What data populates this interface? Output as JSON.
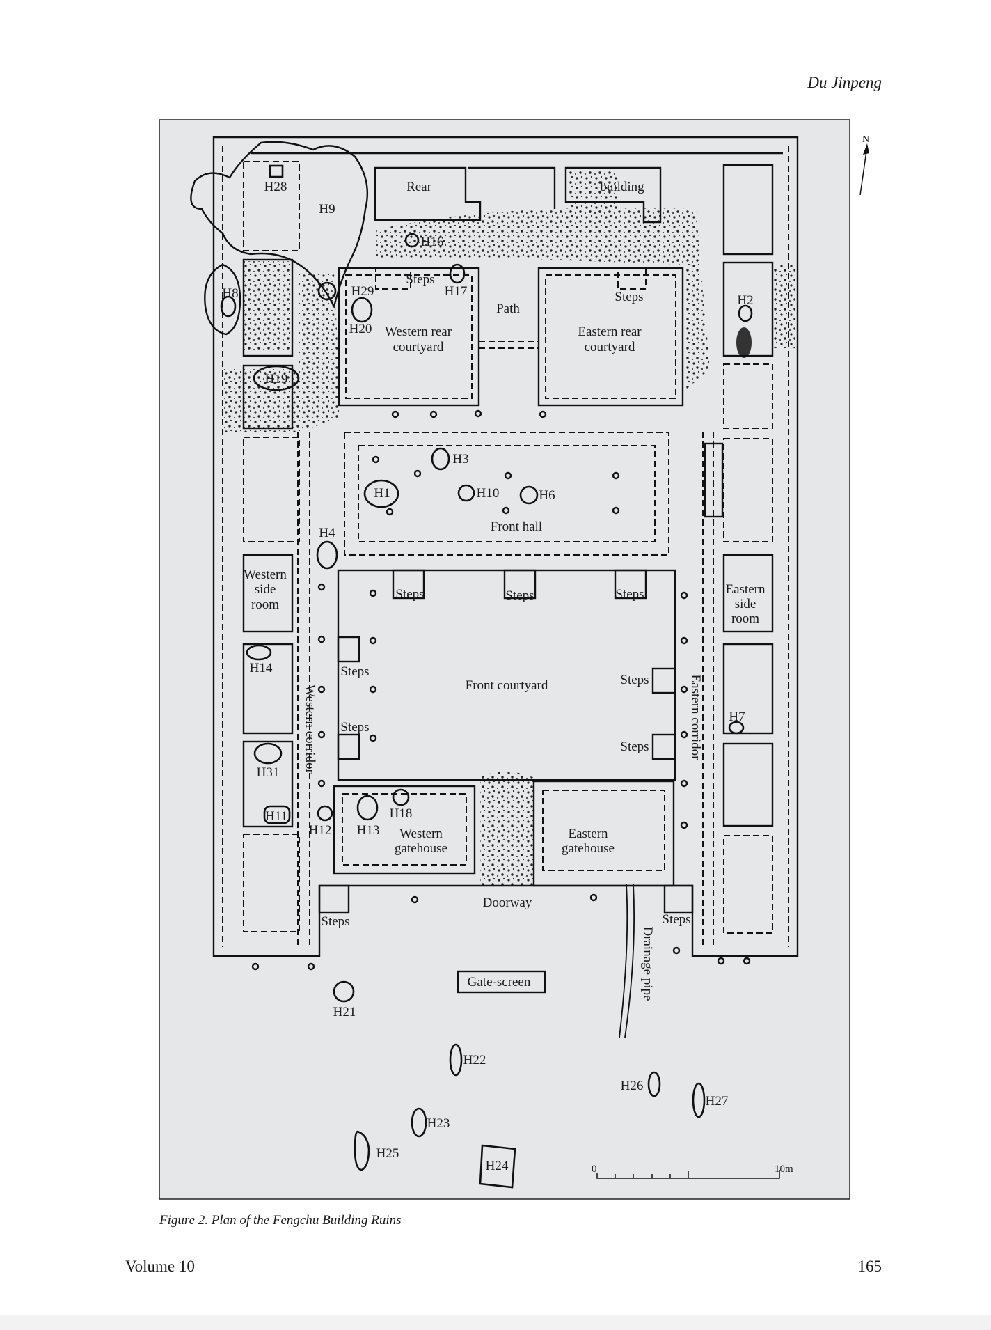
{
  "header": {
    "author": "Du Jinpeng"
  },
  "figure": {
    "caption": "Figure 2. Plan of the Fengchu Building Ruins",
    "compass": "N",
    "scale": {
      "start": "0",
      "end": "10m"
    },
    "labels": {
      "h28": "H28",
      "h9": "H9",
      "rear": "Rear",
      "building": "building",
      "h16": "H16",
      "steps_wrc": "Steps",
      "h17": "H17",
      "h29": "H29",
      "h8": "H8",
      "h20": "H20",
      "wrc1": "Western rear",
      "wrc2": "courtyard",
      "path": "Path",
      "steps_erc": "Steps",
      "erc1": "Eastern rear",
      "erc2": "courtyard",
      "h2": "H2",
      "h19": "H19",
      "h3": "H3",
      "h1": "H1",
      "h10": "H10",
      "h6": "H6",
      "front_hall": "Front hall",
      "h4": "H4",
      "wsr1": "Western",
      "wsr2": "side",
      "wsr3": "room",
      "steps_fh1": "Steps",
      "steps_fh2": "Steps",
      "steps_fh3": "Steps",
      "esr1": "Eastern",
      "esr2": "side",
      "esr3": "room",
      "h14": "H14",
      "steps_w1": "Steps",
      "front_courtyard": "Front courtyard",
      "steps_e1": "Steps",
      "western_corridor": "Western corridor",
      "eastern_corridor": "Eastern corridor",
      "h7": "H7",
      "steps_w2": "Steps",
      "steps_e2": "Steps",
      "h31": "H31",
      "h18": "H18",
      "h11": "H11",
      "h12": "H12",
      "h13": "H13",
      "wg1": "Western",
      "wg2": "gatehouse",
      "eg1": "Eastern",
      "eg2": "gatehouse",
      "doorway": "Doorway",
      "steps_sw": "Steps",
      "steps_se": "Steps",
      "gate_screen": "Gate-screen",
      "drainage_pipe": "Drainage pipe",
      "h21": "H21",
      "h22": "H22",
      "h26": "H26",
      "h27": "H27",
      "h23": "H23",
      "h25": "H25",
      "h24": "H24"
    }
  },
  "footer": {
    "volume": "Volume 10",
    "page": "165"
  }
}
